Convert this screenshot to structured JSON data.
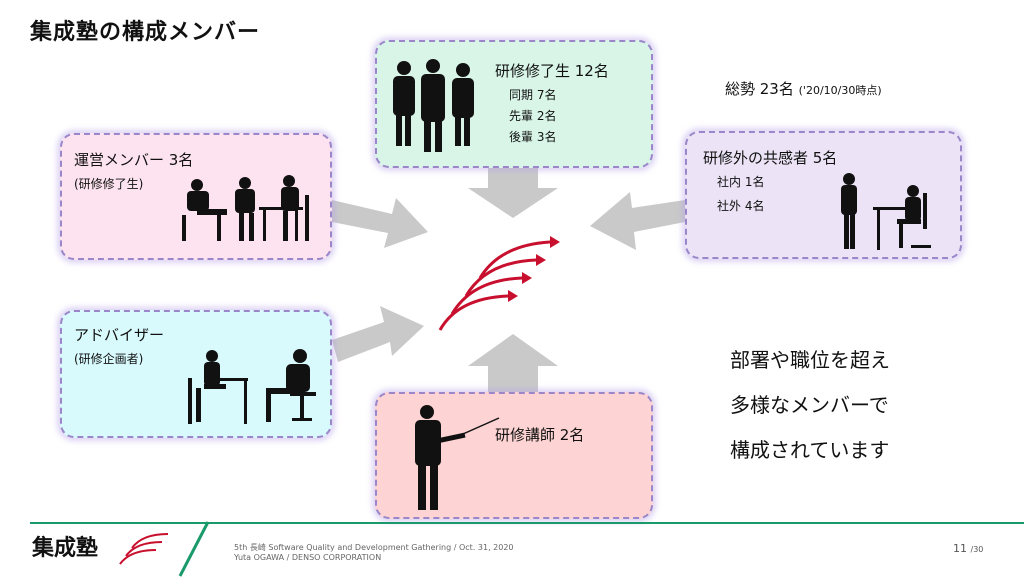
{
  "title": "集成塾の構成メンバー",
  "total": {
    "main": "総勢 23名",
    "note": "('20/10/30時点)"
  },
  "management": {
    "title": "運営メンバー 3名",
    "note": "(研修修了生)"
  },
  "graduates": {
    "title": "研修修了生 12名",
    "items": [
      "同期 7名",
      "先輩 2名",
      "後輩 3名"
    ]
  },
  "sympathizers": {
    "title": "研修外の共感者 5名",
    "items": [
      "社内 1名",
      "社外 4名"
    ]
  },
  "advisors": {
    "title": "アドバイザー",
    "note": "(研修企画者)"
  },
  "instructors": {
    "title": "研修講師 2名"
  },
  "message": [
    "部署や職位を超え",
    "多様なメンバーで",
    "構成されています"
  ],
  "footer": {
    "logo": "集成塾",
    "event": "5th 長崎 Software Quality and Development Gathering / Oct. 31, 2020",
    "author": "Yuta OGAWA / DENSO CORPORATION",
    "page": "11",
    "total_pages": "/30"
  },
  "colors": {
    "accent_red": "#c8102e",
    "footer_green": "#1a9a6a",
    "arrow_gray": "#c9c9c9"
  },
  "icons": [
    "meeting-silhouette-icon",
    "businessmen-silhouette-icon",
    "office-workers-silhouette-icon",
    "consultation-silhouette-icon",
    "presenter-silhouette-icon",
    "swoosh-arrows-icon"
  ]
}
